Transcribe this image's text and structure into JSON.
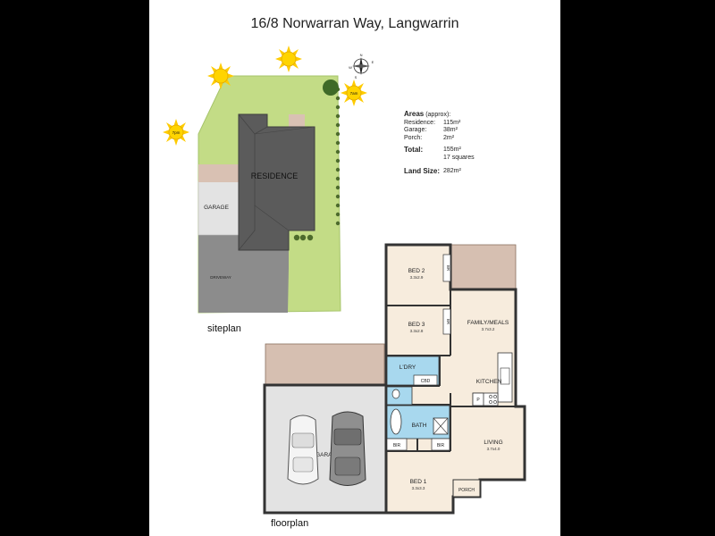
{
  "title": "16/8 Norwarran Way, Langwarrin",
  "areas": {
    "heading": "Areas",
    "heading_note": "(approx):",
    "residence_label": "Residence:",
    "residence_value": "115m²",
    "garage_label": "Garage:",
    "garage_value": "38m²",
    "porch_label": "Porch:",
    "porch_value": "2m²",
    "total_label": "Total:",
    "total_value": "155m²",
    "total_squares": "17 squares",
    "land_label": "Land Size:",
    "land_value": "282m²"
  },
  "siteplan": {
    "caption": "siteplan",
    "residence": "RESIDENCE",
    "garage": "GARAGE",
    "driveway": "DRIVEWAY",
    "sun_7am": "7am",
    "sun_7pm": "7pm",
    "compass": {
      "n": "N",
      "s": "S",
      "e": "E",
      "w": "W"
    }
  },
  "floorplan": {
    "caption": "floorplan",
    "rooms": {
      "bed2": {
        "name": "BED 2",
        "size": "3.3x2.9"
      },
      "bed3": {
        "name": "BED 3",
        "size": "3.3x2.8"
      },
      "family": {
        "name": "FAMILY/MEALS",
        "size": "3.7x3.2"
      },
      "kitchen": {
        "name": "KITCHEN"
      },
      "ldry": {
        "name": "L'DRY"
      },
      "cbd": {
        "name": "CBD"
      },
      "bath": {
        "name": "BATH"
      },
      "living": {
        "name": "LIVING",
        "size": "3.7x4.0"
      },
      "bed1": {
        "name": "BED 1",
        "size": "3.3x3.3"
      },
      "porch": {
        "name": "PORCH"
      },
      "garage": {
        "name": "GARAGE"
      },
      "br": "BR",
      "bir": "BIR",
      "p": "P"
    }
  },
  "colors": {
    "lawn": "#c3dc86",
    "roof": "#5a5a5a",
    "driveway": "#8a8a8a",
    "garage_floor": "#e0e0e0",
    "deck": "#d6bfb1",
    "floor": "#f7ecdd",
    "wet_area": "#a8d8ee",
    "sun": "#ffcc00"
  }
}
